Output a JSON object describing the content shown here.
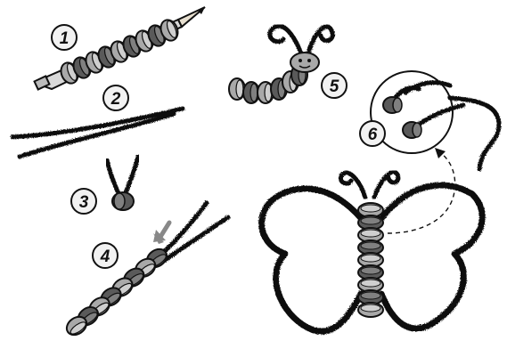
{
  "steps": [
    {
      "number": "1"
    },
    {
      "number": "2"
    },
    {
      "number": "3"
    },
    {
      "number": "4"
    },
    {
      "number": "5"
    },
    {
      "number": "6"
    }
  ],
  "colors": {
    "bead_dark": "#5a5a5a",
    "bead_light": "#a9a9a9",
    "bead_mid": "#808080",
    "pipe_cleaner": "#111111",
    "outline": "#111111",
    "pencil_body": "#d9d9d9",
    "badge_fill": "#f2f2f2"
  },
  "icons": [
    "pencil-icon",
    "pipe-cleaner",
    "bead",
    "arrow-down-left-icon",
    "dashed-callout-line"
  ]
}
